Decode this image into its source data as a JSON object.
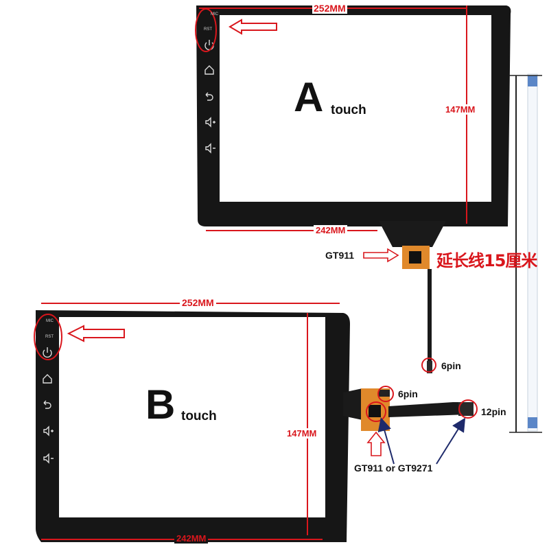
{
  "colors": {
    "accent_red": "#d9161c",
    "panel_black": "#161616",
    "glass_white": "#ffffff",
    "flex_orange": "#e0892b",
    "ribbon_blue": "#5b86c7"
  },
  "panel_a": {
    "letter": "A",
    "word": "touch",
    "width_label": "252MM",
    "bottom_label": "242MM",
    "height_label": "147MM",
    "side_labels": [
      "MIC",
      "RST"
    ],
    "side_icons": [
      "power-icon",
      "home-icon",
      "back-icon",
      "volume-up-icon",
      "volume-down-icon"
    ]
  },
  "panel_b": {
    "letter": "B",
    "word": "touch",
    "width_label": "252MM",
    "bottom_label": "242MM",
    "height_label": "147MM",
    "side_labels": [
      "MIC",
      "RST"
    ],
    "side_icons": [
      "power-icon",
      "home-icon",
      "back-icon",
      "volume-up-icon",
      "volume-down-icon"
    ]
  },
  "annotations": {
    "chip_a": "GT911",
    "chip_b": "GT911 or GT9271",
    "connector_a": "6pin",
    "connector_b": "6pin",
    "connector_b_wide": "12pin",
    "extension_cable": "延长线15厘米"
  }
}
